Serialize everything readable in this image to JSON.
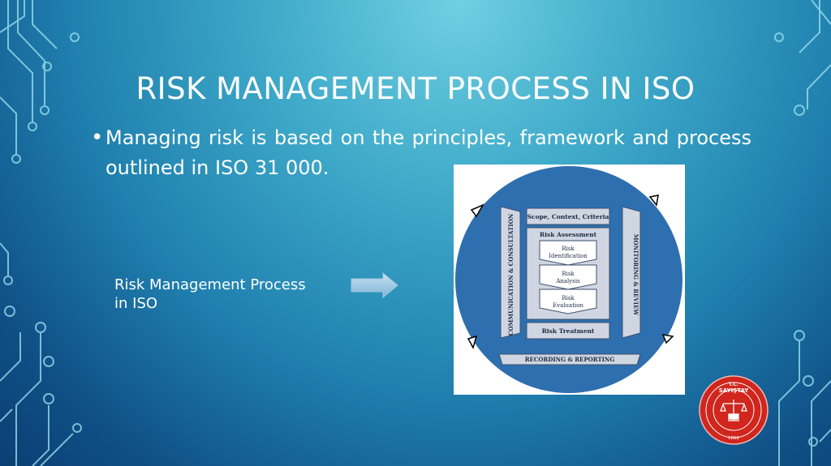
{
  "slide": {
    "title": "RISK MANAGEMENT PROCESS IN ISO",
    "bullet_text": "Managing risk is based on the principles, framework and process outlined in ISO 31 000.",
    "caption": "Risk Management Process in ISO"
  },
  "diagram": {
    "left_bar": "COMMUNICATION & CONSULTATION",
    "right_bar": "MONITORING & REVIEW",
    "scope": "Scope, Context, Criteria",
    "assessment_title": "Risk Assessment",
    "identification_l1": "Risk",
    "identification_l2": "Identification",
    "analysis_l1": "Risk",
    "analysis_l2": "Analysis",
    "evaluation_l1": "Risk",
    "evaluation_l2": "Evaluation",
    "treatment": "Risk Treatment",
    "recording": "RECORDING & REPORTING"
  },
  "seal": {
    "line1": "T.C.",
    "line2": "SAYIŞTAY",
    "year": "1862"
  },
  "colors": {
    "circle": "#2e6fb0",
    "bar_fill": "#cfd6e2",
    "seal_red": "#d0261e"
  }
}
